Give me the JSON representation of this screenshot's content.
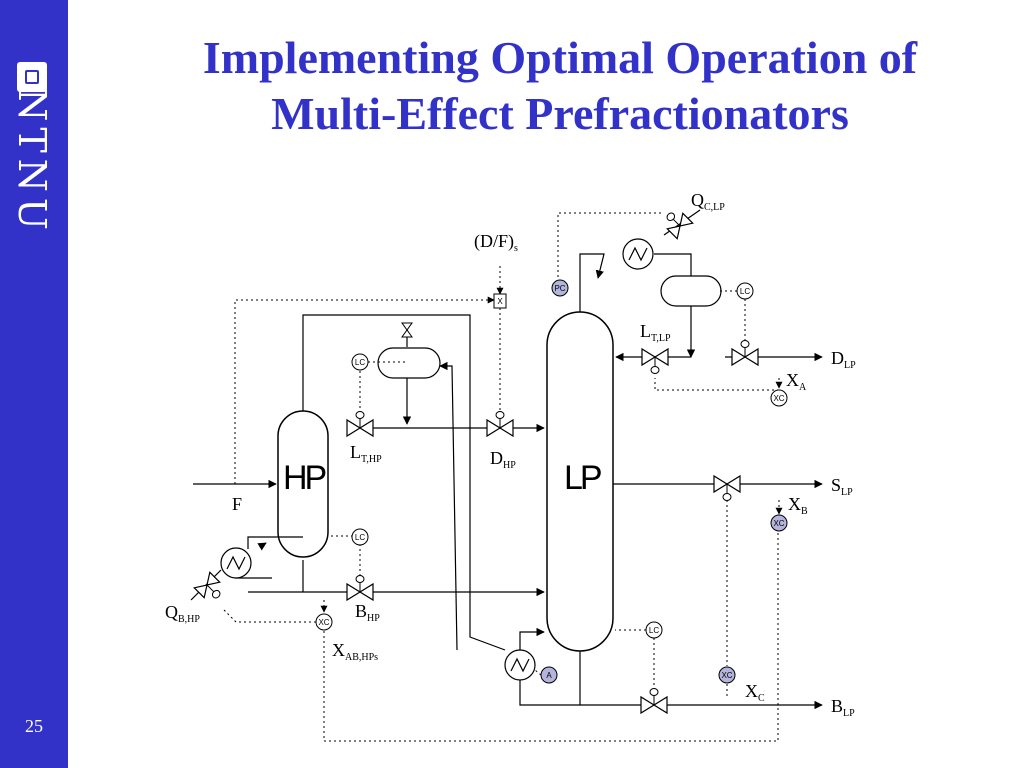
{
  "slide": {
    "title_line1": "Implementing Optimal Operation of",
    "title_line2": "Multi-Effect Prefractionators",
    "page_number": "25",
    "logo_text": "NTNU"
  },
  "diagram": {
    "columns": {
      "hp": "HP",
      "lp": "LP"
    },
    "controllers": {
      "lc": "LC",
      "pc": "PC",
      "xc": "XC",
      "x": "X",
      "a": "A"
    },
    "streams": {
      "feed": "F",
      "ds_ratio": "(D/F)",
      "ds_ratio_sub": "s",
      "l_hp": "L",
      "l_hp_sub": "T,HP",
      "d_hp": "D",
      "d_hp_sub": "HP",
      "b_hp": "B",
      "b_hp_sub": "HP",
      "q_hp": "Q",
      "q_hp_sub": "B,HP",
      "x_ab": "X",
      "x_ab_sub": "AB,HPs",
      "q_lp": "Q",
      "q_lp_sub": "C,LP",
      "l_lp": "L",
      "l_lp_sub": "T,LP",
      "d_lp": "D",
      "d_lp_sub": "LP",
      "x_a": "X",
      "x_a_sub": "A",
      "s_lp": "S",
      "s_lp_sub": "LP",
      "x_b": "X",
      "x_b_sub": "B",
      "x_c": "X",
      "x_c_sub": "C",
      "b_lp": "B",
      "b_lp_sub": "LP"
    }
  },
  "colors": {
    "brand": "#3232c8",
    "controller_fill": "#b4b4dc"
  }
}
